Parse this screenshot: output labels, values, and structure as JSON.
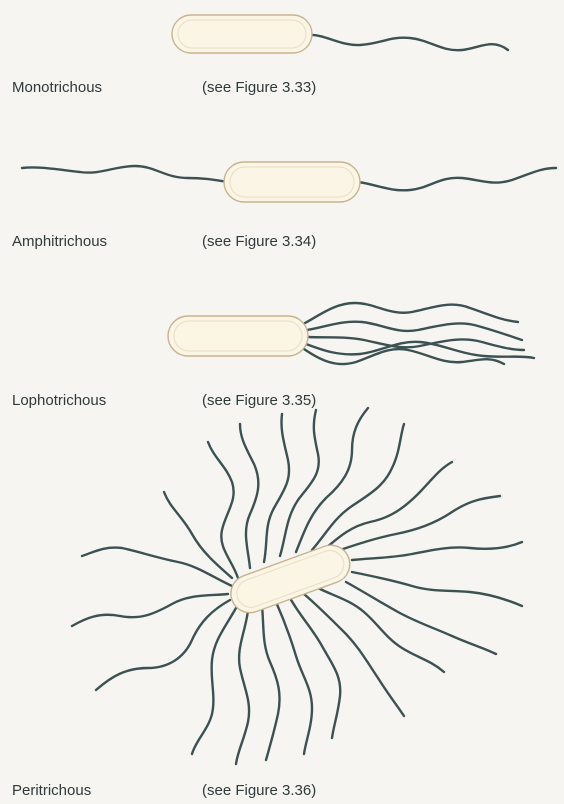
{
  "diagram": {
    "rows": [
      {
        "type": "Monotrichous",
        "ref": "(see Figure 3.33)"
      },
      {
        "type": "Amphitrichous",
        "ref": "(see Figure 3.34)"
      },
      {
        "type": "Lophotrichous",
        "ref": "(see Figure 3.35)"
      },
      {
        "type": "Peritrichous",
        "ref": "(see Figure 3.36)"
      }
    ],
    "colors": {
      "flagellum": "#3c5252",
      "cell_fill": "#fbf5e6",
      "cell_outline": "#c9b38e",
      "text": "#2f3a3a"
    }
  }
}
